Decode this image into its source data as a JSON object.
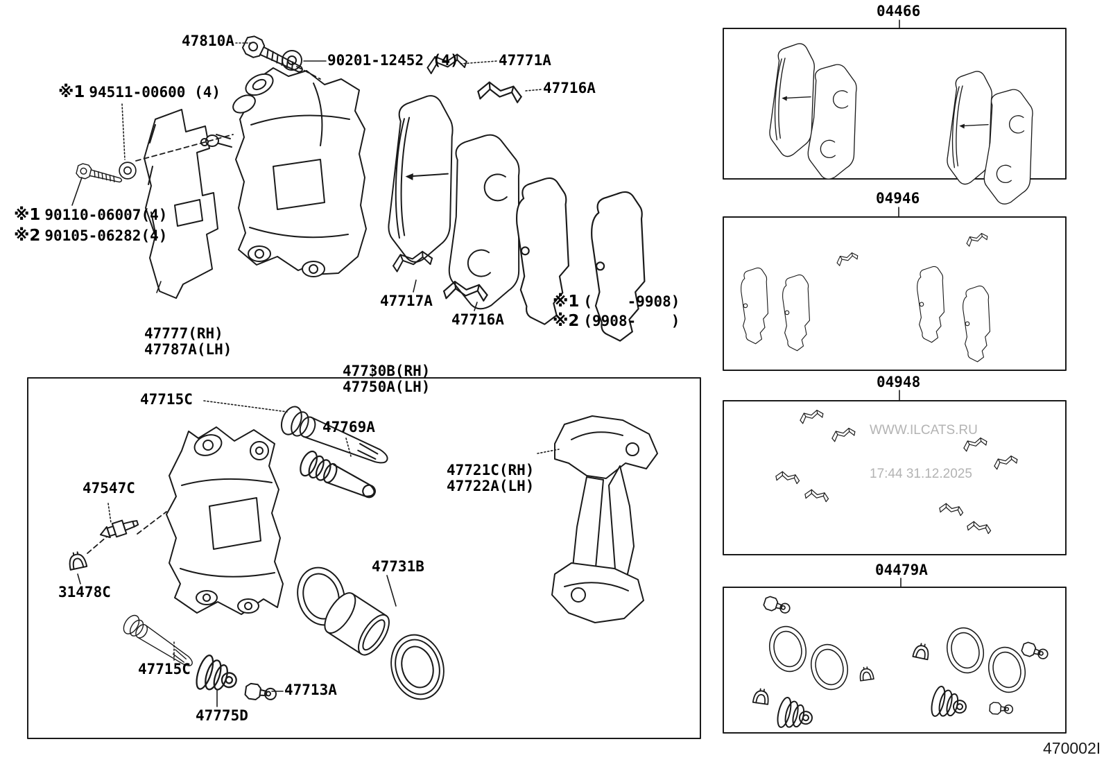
{
  "diagram": {
    "part_labels": [
      {
        "id": "47810A",
        "text": "47810A"
      },
      {
        "id": "90201-12452",
        "text": "90201-12452 (4)"
      },
      {
        "id": "47771A",
        "text": "47771A"
      },
      {
        "id": "47716A-upper",
        "text": "47716A"
      },
      {
        "id": "94511-00600",
        "prefix": "※1",
        "text": "94511-00600 (4)"
      },
      {
        "id": "90110-06007",
        "prefix": "※1",
        "text": "90110-06007(4)"
      },
      {
        "id": "90105-06282",
        "prefix": "※2",
        "text": "90105-06282(4)"
      },
      {
        "id": "47777-47787A",
        "line1": "47777(RH)",
        "line2": "47787A(LH)"
      },
      {
        "id": "47717A",
        "text": "47717A"
      },
      {
        "id": "47716A-lower",
        "text": "47716A"
      },
      {
        "id": "note-early",
        "prefix": "※1",
        "text": "(    -9908)"
      },
      {
        "id": "note-late",
        "prefix": "※2",
        "text": "(9908-    )"
      },
      {
        "id": "47730B-47750A",
        "line1": "47730B(RH)",
        "line2": "47750A(LH)"
      },
      {
        "id": "47715C-upper",
        "text": "47715C"
      },
      {
        "id": "47769A",
        "text": "47769A"
      },
      {
        "id": "47721C-47722A",
        "line1": "47721C(RH)",
        "line2": "47722A(LH)"
      },
      {
        "id": "47547C",
        "text": "47547C"
      },
      {
        "id": "31478C",
        "text": "31478C"
      },
      {
        "id": "47715C-lower",
        "text": "47715C"
      },
      {
        "id": "47775D",
        "text": "47775D"
      },
      {
        "id": "47713A",
        "text": "47713A"
      },
      {
        "id": "47731B",
        "text": "47731B"
      }
    ],
    "kit_labels": [
      {
        "code": "04466"
      },
      {
        "code": "04946"
      },
      {
        "code": "04948"
      },
      {
        "code": "04479A"
      }
    ],
    "watermark": {
      "line1": "WWW.ILCATS.RU",
      "line2": "17:44 31.12.2025"
    },
    "drawing_number": "470002I",
    "colors": {
      "line": "#1a1a1a",
      "watermark": "#b3b3b3",
      "background": "#ffffff"
    }
  }
}
